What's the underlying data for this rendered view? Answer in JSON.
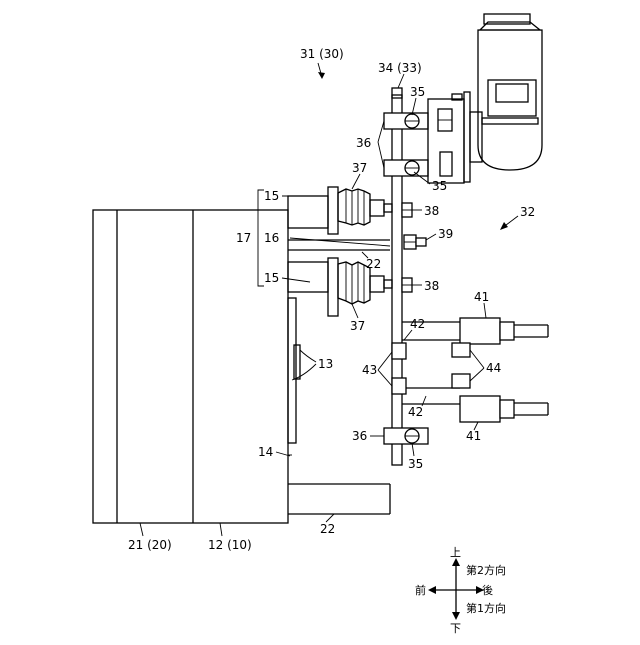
{
  "labels": {
    "l31": "31 (30)",
    "l34": "34 (33)",
    "l35a": "35",
    "l35b": "35",
    "l35c": "35",
    "l36a": "36",
    "l36b": "36",
    "l37a": "37",
    "l37b": "37",
    "l38a": "38",
    "l38b": "38",
    "l39": "39",
    "l15a": "15",
    "l15b": "15",
    "l16": "16",
    "l17": "17",
    "l22a": "22",
    "l22b": "22",
    "l32": "32",
    "l41a": "41",
    "l41b": "41",
    "l42a": "42",
    "l42b": "42",
    "l43": "43",
    "l44": "44",
    "l13": "13",
    "l14": "14",
    "l21": "21 (20)",
    "l12": "12 (10)"
  },
  "directions": {
    "up": "上",
    "down": "下",
    "front": "前",
    "back": "後",
    "second": "第2方向",
    "first": "第1方向"
  }
}
